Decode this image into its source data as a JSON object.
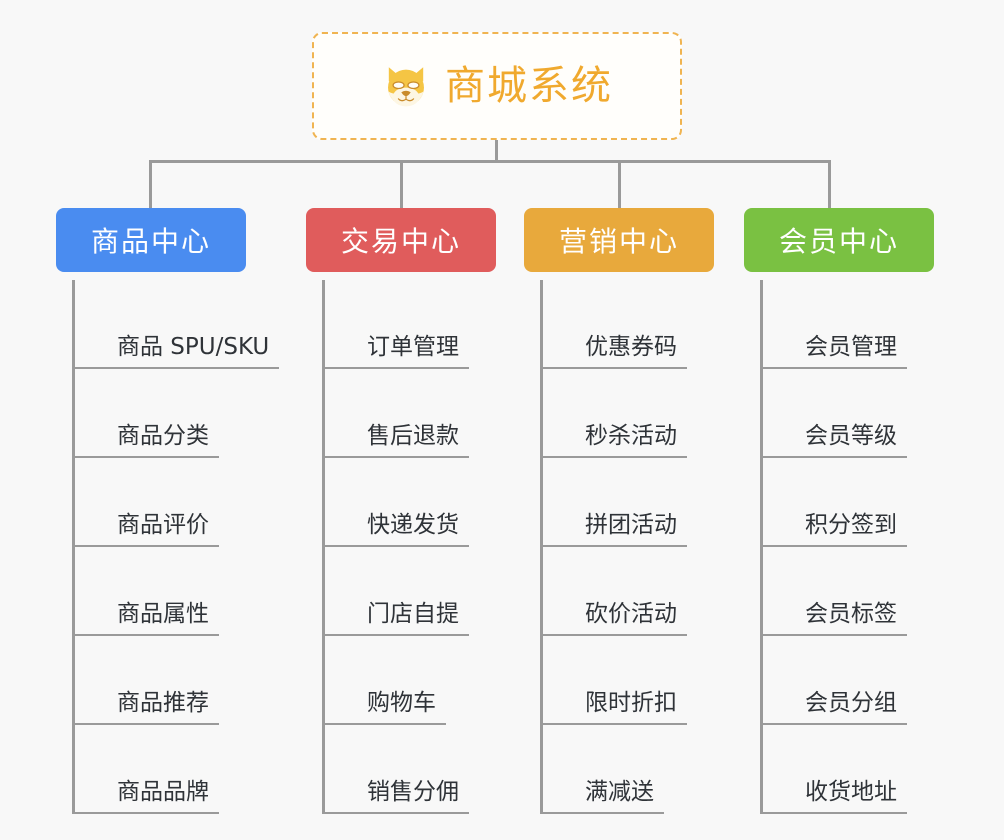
{
  "page": {
    "background_color": "#f8f8f8",
    "line_color": "#9a9a9a"
  },
  "root": {
    "title": "商城系统",
    "icon": "shiba-dog-face-icon",
    "title_color": "#f0a92e",
    "border_color": "#f0b451"
  },
  "columns": [
    {
      "label": "商品中心",
      "color": "#4a8cf0",
      "items": [
        "商品 SPU/SKU",
        "商品分类",
        "商品评价",
        "商品属性",
        "商品推荐",
        "商品品牌"
      ]
    },
    {
      "label": "交易中心",
      "color": "#e05c5c",
      "items": [
        "订单管理",
        "售后退款",
        "快递发货",
        "门店自提",
        "购物车",
        "销售分佣"
      ]
    },
    {
      "label": "营销中心",
      "color": "#e8a93c",
      "items": [
        "优惠券码",
        "秒杀活动",
        "拼团活动",
        "砍价活动",
        "限时折扣",
        "满减送"
      ]
    },
    {
      "label": "会员中心",
      "color": "#7ac142",
      "items": [
        "会员管理",
        "会员等级",
        "积分签到",
        "会员标签",
        "会员分组",
        "收货地址"
      ]
    }
  ]
}
